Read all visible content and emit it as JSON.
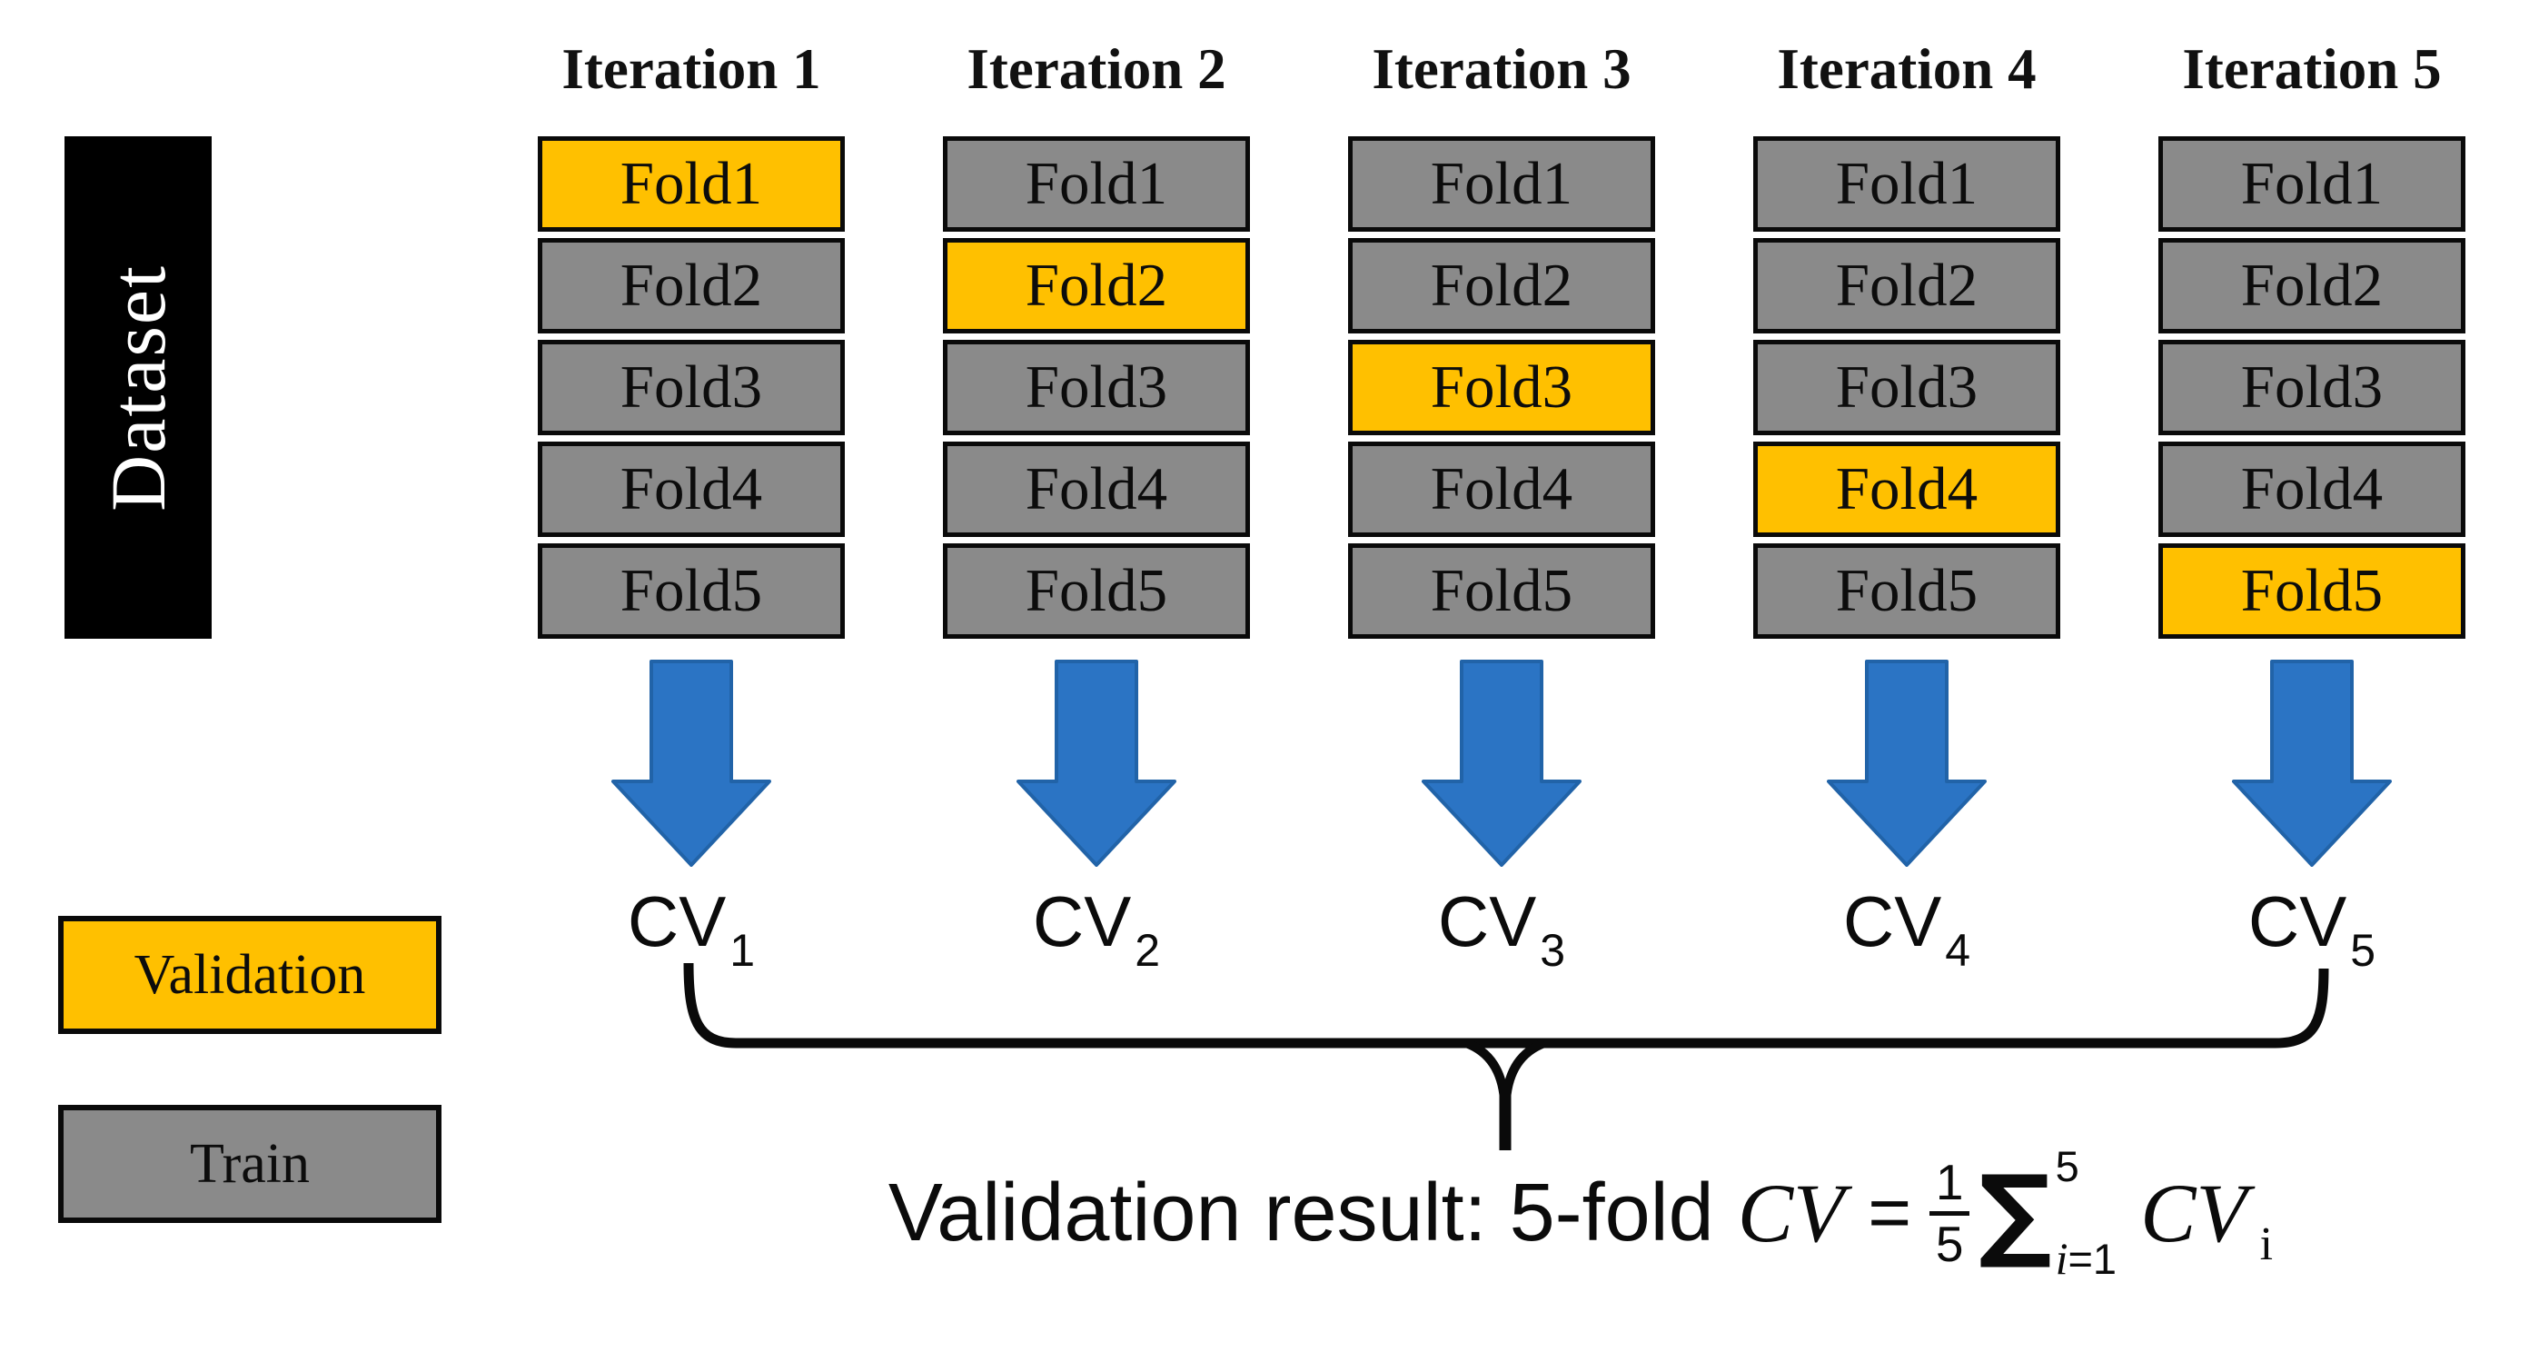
{
  "colors": {
    "validation_fill": "#FFC000",
    "train_fill": "#8A8A8A",
    "arrow_fill": "#2B74C4",
    "arrow_edge": "#2163A8",
    "dataset_fill": "#000000",
    "dataset_text": "#FFFFFF",
    "line_color": "#0A0A0A"
  },
  "dataset": {
    "label": "Dataset"
  },
  "iterations": [
    {
      "label": "Iteration 1",
      "validation_fold_index": 0,
      "folds": [
        "Fold1",
        "Fold2",
        "Fold3",
        "Fold4",
        "Fold5"
      ],
      "cv_base": "CV",
      "cv_sub": "1"
    },
    {
      "label": "Iteration 2",
      "validation_fold_index": 1,
      "folds": [
        "Fold1",
        "Fold2",
        "Fold3",
        "Fold4",
        "Fold5"
      ],
      "cv_base": "CV",
      "cv_sub": "2"
    },
    {
      "label": "Iteration 3",
      "validation_fold_index": 2,
      "folds": [
        "Fold1",
        "Fold2",
        "Fold3",
        "Fold4",
        "Fold5"
      ],
      "cv_base": "CV",
      "cv_sub": "3"
    },
    {
      "label": "Iteration 4",
      "validation_fold_index": 3,
      "folds": [
        "Fold1",
        "Fold2",
        "Fold3",
        "Fold4",
        "Fold5"
      ],
      "cv_base": "CV",
      "cv_sub": "4"
    },
    {
      "label": "Iteration 5",
      "validation_fold_index": 4,
      "folds": [
        "Fold1",
        "Fold2",
        "Fold3",
        "Fold4",
        "Fold5"
      ],
      "cv_base": "CV",
      "cv_sub": "5"
    }
  ],
  "legend": {
    "validation_label": "Validation",
    "train_label": "Train"
  },
  "formula": {
    "prefix": "Validation result: 5-fold",
    "cv_italic": "CV",
    "equals": "=",
    "fraction": {
      "numerator": "1",
      "denominator": "5"
    },
    "sigma": "∑",
    "sigma_sup": "5",
    "sigma_sub_italic": "i",
    "sigma_sub_rest": "=1",
    "term": "CV",
    "term_sub": "i"
  }
}
